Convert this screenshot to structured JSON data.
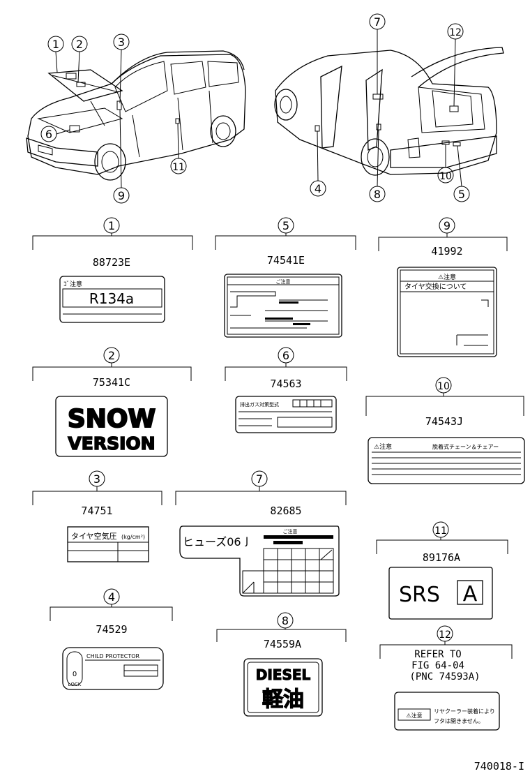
{
  "callouts": [
    "1",
    "2",
    "3",
    "4",
    "5",
    "6",
    "7",
    "8",
    "9",
    "10",
    "11",
    "12"
  ],
  "parts": {
    "p1": {
      "num": "88723E",
      "sub": "ｺﾞ注意",
      "text": "R134a"
    },
    "p2": {
      "num": "75341C",
      "line1": "SNOW",
      "line2": "VERSION"
    },
    "p3": {
      "num": "74751",
      "text": "タイヤ空気圧",
      "unit": "(kg/cm²)"
    },
    "p4": {
      "num": "74529",
      "head": "CHILD PROTECTOR",
      "lock": "LOCK",
      "ring": "0"
    },
    "p5": {
      "num": "74541E",
      "head": "ご注意"
    },
    "p6": {
      "num": "74563",
      "head": "排出ガス対策型式"
    },
    "p7": {
      "num": "82685",
      "left": "ヒューズ06",
      "mark": "J",
      "head": "ご注意"
    },
    "p8": {
      "num": "74559A",
      "line1": "DIESEL",
      "line2": "軽油"
    },
    "p9": {
      "num": "41992",
      "head": "⚠注意",
      "sub": "タイヤ交換について"
    },
    "p10": {
      "num": "74543J",
      "head": "⚠注意",
      "sub": "脱着式チェーン＆チェアー"
    },
    "p11": {
      "num": "89176A",
      "text": "SRS",
      "box": "A"
    },
    "p12": {
      "ref1": "REFER TO",
      "ref2": "FIG 64-04",
      "ref3": "(PNC 74593A)",
      "warn": "⚠注意",
      "txt1": "リヤクーラー装着により",
      "txt2": "フタは開きません。"
    }
  },
  "footer": "740018-I"
}
